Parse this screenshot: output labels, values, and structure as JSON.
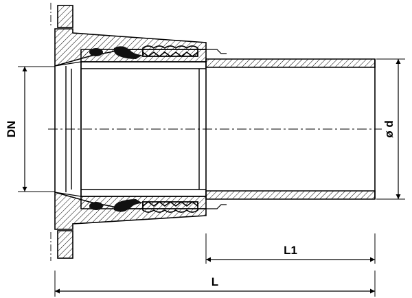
{
  "labels": {
    "dn": "DN",
    "od": "ø d",
    "l1": "L1",
    "l": "L"
  }
}
